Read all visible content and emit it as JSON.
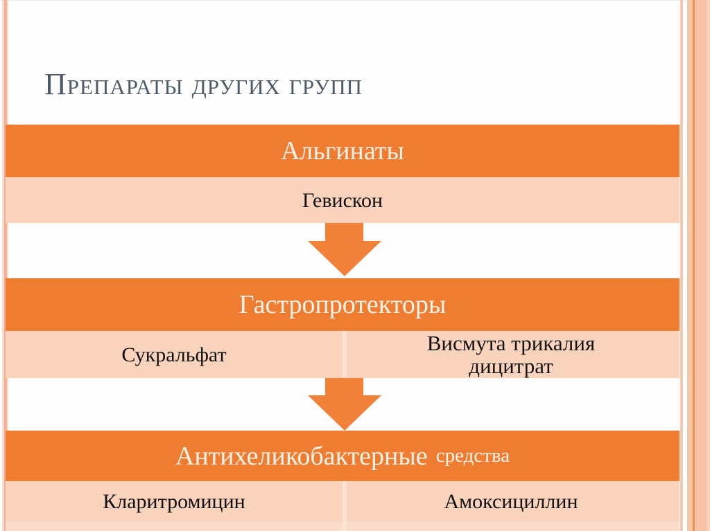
{
  "slide": {
    "title": "Препараты других групп",
    "groups": [
      {
        "header": "Альгинаты",
        "cells": [
          "Гевискон"
        ]
      },
      {
        "header": "Гастропротекторы",
        "cells": [
          "Сукральфат",
          "Висмута трикалия дицитрат"
        ]
      },
      {
        "header": "Антихеликобактерные",
        "header_small": "средства",
        "cells": [
          "Кларитромицин",
          "Амоксициллин"
        ]
      }
    ],
    "colors": {
      "header_bg": "#ee7d31",
      "header_text": "#fdf2e8",
      "row_bg": "#fad3bd",
      "row_divider": "#fce3d3",
      "arrow": "#f2813a",
      "title_text": "#4d5a68",
      "cell_text": "#111111",
      "border_stripe": "#f3b092",
      "border_band": "#f8c5a9",
      "border_band_line": "#ea9050"
    }
  }
}
